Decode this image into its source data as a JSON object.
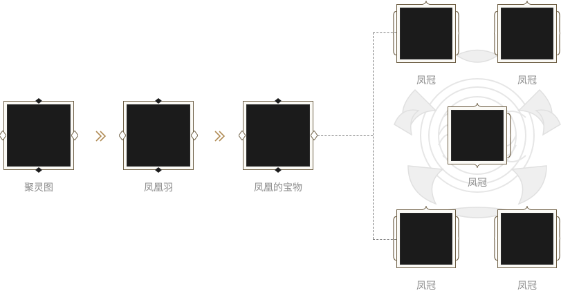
{
  "chain": {
    "items": [
      {
        "label": "聚灵图"
      },
      {
        "label": "凤凰羽"
      },
      {
        "label": "凤凰的宝物"
      }
    ]
  },
  "rewards": {
    "items": [
      {
        "label": "凤冠"
      },
      {
        "label": "凤冠"
      },
      {
        "label": "凤冠"
      },
      {
        "label": "凤冠"
      },
      {
        "label": "凤冠"
      }
    ]
  },
  "colors": {
    "frame": "#6e5f45",
    "slot_fill": "#1b1b1b",
    "arrow": "#b08b55",
    "caption": "#8a8a8a",
    "connector": "#7a7a7a",
    "emblem": "#e9e9e9"
  }
}
